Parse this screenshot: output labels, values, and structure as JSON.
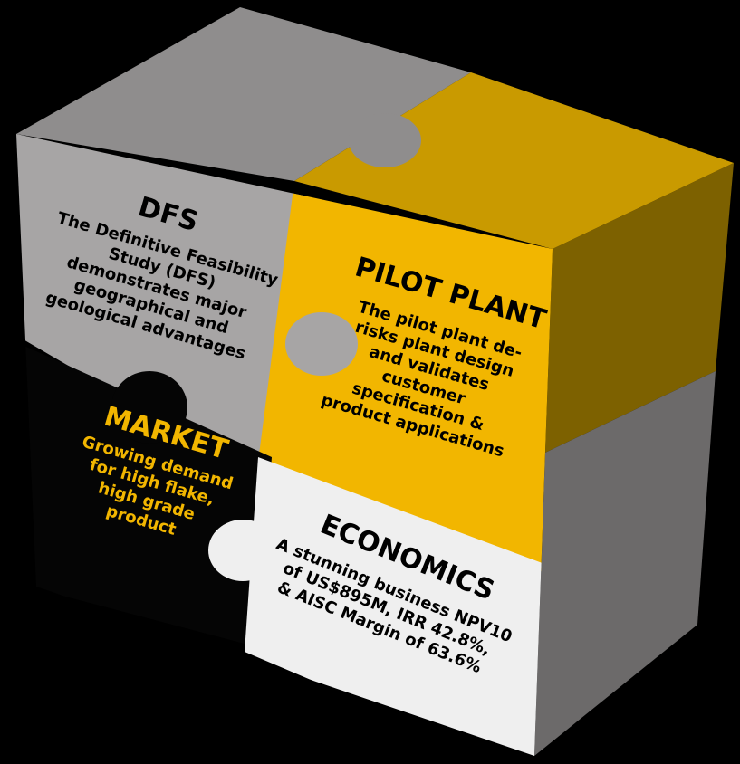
{
  "colors": {
    "background": "#000000",
    "grey_face": "#a7a5a5",
    "grey_top": "#8f8d8d",
    "grey_side": "#6c6a6a",
    "gold_face": "#f2b600",
    "gold_top": "#c99a00",
    "gold_side": "#7d6100",
    "black_face": "#050505",
    "white_face": "#efefef",
    "dark_text": "#000000",
    "gold_text": "#f2b600"
  },
  "pieces": {
    "dfs": {
      "title": "DFS",
      "lines": [
        "The Definitive Feasibility",
        "Study (DFS)",
        "demonstrates major",
        "geographical and",
        "geological advantages"
      ]
    },
    "pilot_plant": {
      "title": "PILOT PLANT",
      "lines": [
        "The pilot plant de-",
        "risks plant design",
        "and validates",
        "customer",
        "specification &",
        "product applications"
      ]
    },
    "market": {
      "title": "MARKET",
      "lines": [
        "Growing demand",
        "for high flake,",
        "high grade",
        "product"
      ]
    },
    "economics": {
      "title": "ECONOMICS",
      "lines": [
        "A stunning business NPV10",
        "of US$895M, IRR 42.8%,",
        "& AISC Margin of 63.6%"
      ]
    }
  }
}
